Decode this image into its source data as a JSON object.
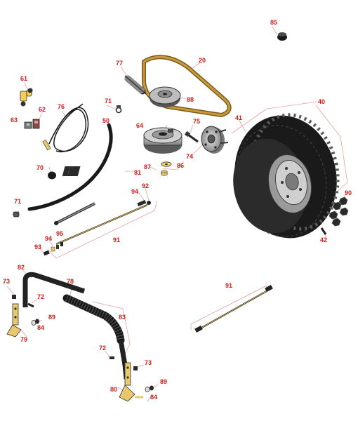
{
  "diagram": {
    "type": "exploded-parts-diagram",
    "label_color": "#cc1f1a",
    "leader_color": "#e8a0a0",
    "part_color": "#1a1a1a",
    "brass_color": "#e8c86a",
    "callouts": {
      "p85": "85",
      "p20": "20",
      "p77": "77",
      "p88": "88",
      "p61": "61",
      "p76": "76",
      "p62": "62",
      "p63": "63",
      "p71a": "71",
      "p50": "50",
      "p64": "64",
      "p75": "75",
      "p41": "41",
      "p40": "40",
      "p74": "74",
      "p87": "87",
      "p86": "86",
      "p70": "70",
      "p81": "81",
      "p94a": "94",
      "p92": "92",
      "p90": "90",
      "p71b": "71",
      "p95": "95",
      "p94b": "94",
      "p93": "93",
      "p91a": "91",
      "p42": "42",
      "p82": "82",
      "p78": "78",
      "p73a": "73",
      "p72a": "72",
      "p89a": "89",
      "p84a": "84",
      "p79": "79",
      "p83": "83",
      "p91b": "91",
      "p72b": "72",
      "p73b": "73",
      "p80": "80",
      "p89b": "89",
      "p84b": "84"
    }
  }
}
